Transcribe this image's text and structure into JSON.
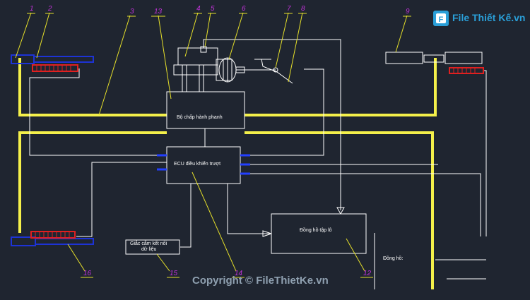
{
  "blocks": {
    "brake_actuator": "Bộ chấp hành phanh",
    "ecu": "ECU điều khiển trượt",
    "connector_line1": "Giắc cắm kết nối",
    "connector_line2": "dữ liệu",
    "clock_main": "Đồng hồ tập lô",
    "clock_side": "Đồng hồ:"
  },
  "callouts": [
    "1",
    "2",
    "3",
    "13",
    "4",
    "5",
    "6",
    "7",
    "8",
    "9",
    "16",
    "15",
    "14",
    "12"
  ],
  "watermark": {
    "logo_text": "File Thiết Kế.vn",
    "copyright": "Copyright © FileThietKe.vn"
  },
  "colors": {
    "background": "#1f2530",
    "wire": "#ffffff",
    "brake_line": "#f4f04a",
    "sensor_red": "#e02020",
    "wheel_blue": "#1d33d6",
    "ecu_pin_blue": "#2340ff",
    "callout": "#c233d9",
    "leader": "#e6e02a"
  }
}
